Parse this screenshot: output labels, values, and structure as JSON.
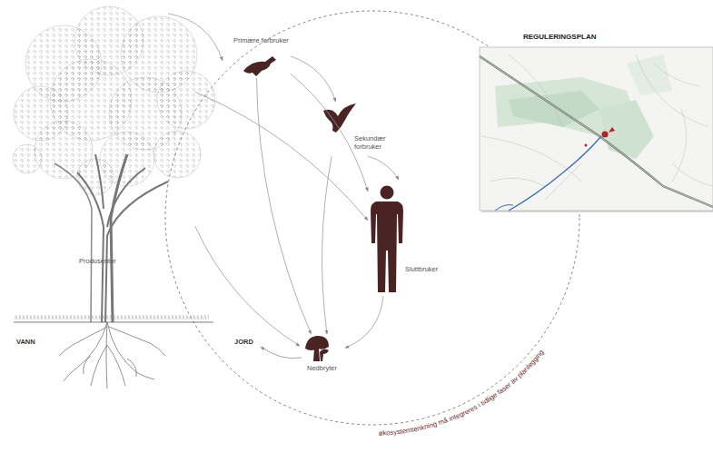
{
  "diagram": {
    "nodes": [
      {
        "text": [
          "Produsenter"
        ]
      },
      {
        "text": [
          "Primære forbruker"
        ]
      },
      {
        "text": [
          "Sekundær forbruker"
        ]
      },
      {
        "text": [
          "Sluttbruker"
        ]
      },
      {
        "text": [
          "Nedbryter"
        ]
      },
      {
        "text": [
          "REGULERINGSPLAN"
        ]
      }
    ],
    "edges": [
      {
        "from": 0,
        "to": 1,
        "arrow": "to"
      },
      {
        "from": 1,
        "to": 2,
        "arrow": "to"
      },
      {
        "from": 1,
        "to": 3,
        "arrow": "to"
      },
      {
        "from": 2,
        "to": 3,
        "arrow": "to"
      },
      {
        "from": 0,
        "to": 3,
        "arrow": "to"
      },
      {
        "from": 0,
        "to": 4,
        "arrow": "to"
      },
      {
        "from": 1,
        "to": 4,
        "arrow": "to"
      },
      {
        "from": 2,
        "to": 4,
        "arrow": "to"
      },
      {
        "from": 3,
        "to": 4,
        "arrow": "to"
      }
    ],
    "labels": [
      "VANN",
      "JORD",
      "økosystemtenkning må integreres i tidlige faser av planlegging"
    ]
  }
}
